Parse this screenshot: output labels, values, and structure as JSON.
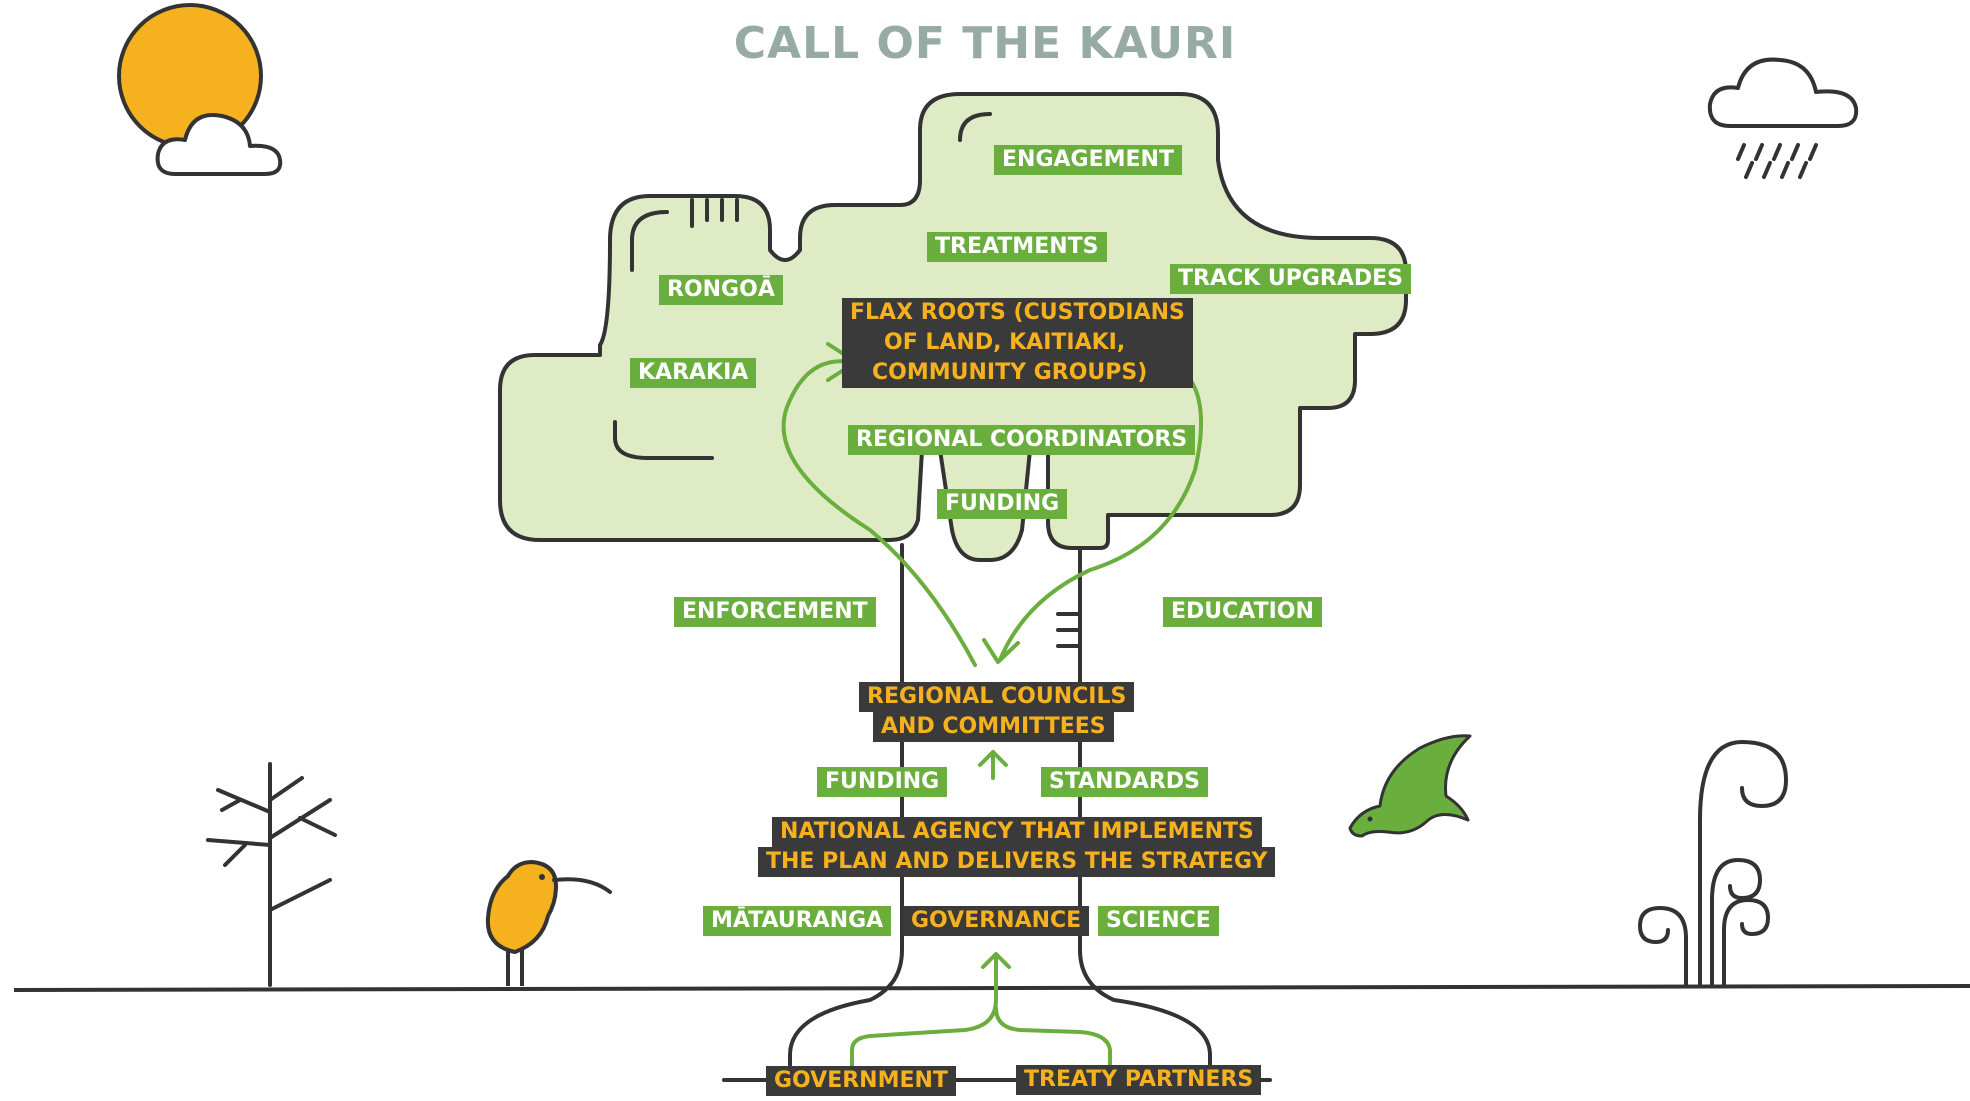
{
  "title": "CALL OF THE KAURI",
  "colors": {
    "green_label": "#6aaf3e",
    "dark_label": "#3a3a3a",
    "orange_text": "#f6b11f",
    "canopy_fill": "#deebc4",
    "outline": "#333333",
    "arrow_green": "#6aaf3e",
    "title_color": "#97aba4"
  },
  "canopy_labels": {
    "engagement": "ENGAGEMENT",
    "treatments": "TREATMENTS",
    "track_upgrades": "TRACK UPGRADES",
    "rongoa": "RONGOĀ",
    "karakia": "KARAKIA",
    "flax_roots": [
      "FLAX ROOTS (CUSTODIANS",
      "OF LAND, KAITIAKI,",
      "COMMUNITY GROUPS)"
    ],
    "regional_coordinators": "REGIONAL COORDINATORS",
    "funding_top": "FUNDING"
  },
  "trunk_labels": {
    "enforcement": "ENFORCEMENT",
    "education": "EDUCATION",
    "regional_councils": [
      "REGIONAL COUNCILS",
      "AND COMMITTEES"
    ],
    "funding_mid": "FUNDING",
    "standards": "STANDARDS",
    "national_agency": [
      "NATIONAL AGENCY THAT IMPLEMENTS",
      "THE PLAN AND DELIVERS THE STRATEGY"
    ],
    "matauranga": "MĀTAURANGA",
    "governance": "GOVERNANCE",
    "science": "SCIENCE"
  },
  "root_labels": {
    "government": "GOVERNMENT",
    "treaty_partners": "TREATY PARTNERS"
  },
  "icons": [
    "sun-icon",
    "cloud-icon",
    "rain-cloud-icon",
    "bare-tree-icon",
    "kiwi-bird-icon",
    "flying-bird-icon",
    "fern-koru-icon"
  ]
}
